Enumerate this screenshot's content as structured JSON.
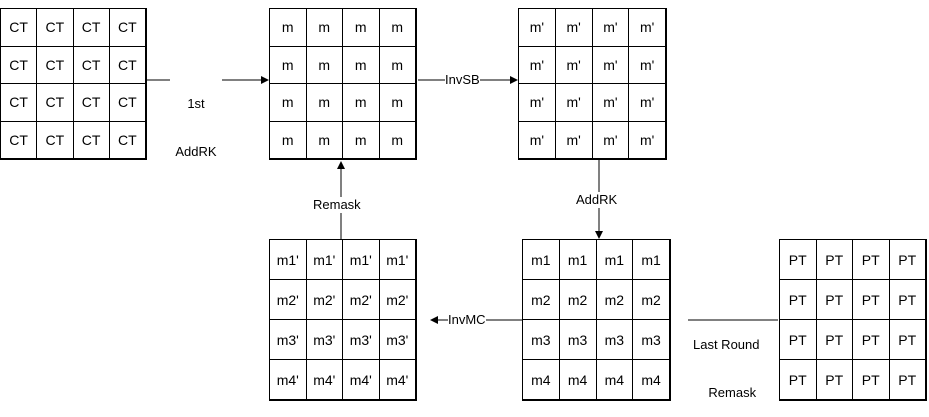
{
  "matrices": {
    "ct": {
      "rows": [
        [
          "CT",
          "CT",
          "CT",
          "CT"
        ],
        [
          "CT",
          "CT",
          "CT",
          "CT"
        ],
        [
          "CT",
          "CT",
          "CT",
          "CT"
        ],
        [
          "CT",
          "CT",
          "CT",
          "CT"
        ]
      ]
    },
    "m": {
      "rows": [
        [
          "m",
          "m",
          "m",
          "m"
        ],
        [
          "m",
          "m",
          "m",
          "m"
        ],
        [
          "m",
          "m",
          "m",
          "m"
        ],
        [
          "m",
          "m",
          "m",
          "m"
        ]
      ]
    },
    "mp": {
      "rows": [
        [
          "m'",
          "m'",
          "m'",
          "m'"
        ],
        [
          "m'",
          "m'",
          "m'",
          "m'"
        ],
        [
          "m'",
          "m'",
          "m'",
          "m'"
        ],
        [
          "m'",
          "m'",
          "m'",
          "m'"
        ]
      ]
    },
    "mrow": {
      "rows": [
        [
          "m1",
          "m1",
          "m1",
          "m1"
        ],
        [
          "m2",
          "m2",
          "m2",
          "m2"
        ],
        [
          "m3",
          "m3",
          "m3",
          "m3"
        ],
        [
          "m4",
          "m4",
          "m4",
          "m4"
        ]
      ]
    },
    "mrowp": {
      "rows": [
        [
          "m1'",
          "m1'",
          "m1'",
          "m1'"
        ],
        [
          "m2'",
          "m2'",
          "m2'",
          "m2'"
        ],
        [
          "m3'",
          "m3'",
          "m3'",
          "m3'"
        ],
        [
          "m4'",
          "m4'",
          "m4'",
          "m4'"
        ]
      ]
    },
    "pt": {
      "rows": [
        [
          "PT",
          "PT",
          "PT",
          "PT"
        ],
        [
          "PT",
          "PT",
          "PT",
          "PT"
        ],
        [
          "PT",
          "PT",
          "PT",
          "PT"
        ],
        [
          "PT",
          "PT",
          "PT",
          "PT"
        ]
      ]
    }
  },
  "labels": {
    "first_addrk_line1": "1st",
    "first_addrk_line2": "AddRK",
    "invsb": "InvSB",
    "addrk": "AddRK",
    "remask": "Remask",
    "invmc": "InvMC",
    "last_round_line1": "Last Round",
    "last_round_line2": "Remask"
  }
}
